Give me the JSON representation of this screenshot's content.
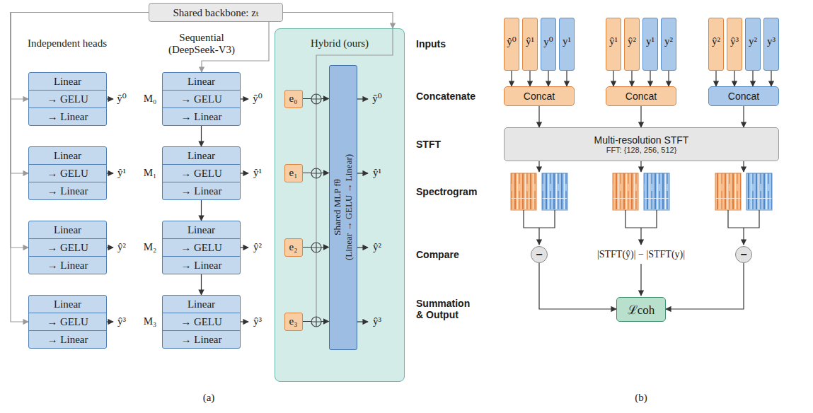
{
  "diagram": {
    "nodes": [
      {
        "text": [
          "Shared backbone: zₜ"
        ]
      },
      {
        "text": [
          "Linear",
          "→ GELU",
          "→ Linear"
        ]
      },
      {
        "text": [
          "Linear",
          "→ GELU",
          "→ Linear"
        ]
      },
      {
        "text": [
          "Linear",
          "→ GELU",
          "→ Linear"
        ]
      },
      {
        "text": [
          "Linear",
          "→ GELU",
          "→ Linear"
        ]
      },
      {
        "text": [
          "Linear",
          "→ GELU",
          "→ Linear"
        ]
      },
      {
        "text": [
          "Linear",
          "→ GELU",
          "→ Linear"
        ]
      },
      {
        "text": [
          "Linear",
          "→ GELU",
          "→ Linear"
        ]
      },
      {
        "text": [
          "Linear",
          "→ GELU",
          "→ Linear"
        ]
      },
      {
        "text": [
          "Hybrid (ours)"
        ]
      },
      {
        "text": [
          "e₀"
        ],
        "in": 9
      },
      {
        "text": [
          "e₁"
        ],
        "in": 9
      },
      {
        "text": [
          "e₂"
        ],
        "in": 9
      },
      {
        "text": [
          "e₃"
        ],
        "in": 9
      },
      {
        "text": [
          "Shared MLP fθ",
          "(Linear → GELU → Linear)"
        ],
        "in": 9
      },
      {
        "text": [
          "ŷ⁰"
        ]
      },
      {
        "text": [
          "ŷ¹"
        ]
      },
      {
        "text": [
          "y⁰"
        ]
      },
      {
        "text": [
          "y¹"
        ]
      },
      {
        "text": [
          "ŷ¹"
        ]
      },
      {
        "text": [
          "ŷ²"
        ]
      },
      {
        "text": [
          "y¹"
        ]
      },
      {
        "text": [
          "y²"
        ]
      },
      {
        "text": [
          "ŷ²"
        ]
      },
      {
        "text": [
          "ŷ³"
        ]
      },
      {
        "text": [
          "y²"
        ]
      },
      {
        "text": [
          "y³"
        ]
      },
      {
        "text": [
          "Concat"
        ]
      },
      {
        "text": [
          "Concat"
        ]
      },
      {
        "text": [
          "Concat"
        ]
      },
      {
        "text": [
          "Multi-resolution STFT",
          "FFT: {128, 256, 512}"
        ]
      },
      {
        "text": [
          "−"
        ]
      },
      {
        "text": [
          "−"
        ]
      },
      {
        "text": [
          "ℒcoh"
        ]
      }
    ],
    "edges": [
      {
        "from": 0,
        "to": 1,
        "arrow": "to"
      },
      {
        "from": 0,
        "to": 2,
        "arrow": "to"
      },
      {
        "from": 0,
        "to": 3,
        "arrow": "to"
      },
      {
        "from": 0,
        "to": 4,
        "arrow": "to"
      },
      {
        "from": 0,
        "to": 5,
        "arrow": "to"
      },
      {
        "from": 5,
        "to": 6,
        "arrow": "to"
      },
      {
        "from": 6,
        "to": 7,
        "arrow": "to"
      },
      {
        "from": 7,
        "to": 8,
        "arrow": "to"
      },
      {
        "from": 0,
        "to": 9,
        "arrow": "to"
      },
      {
        "from": 10,
        "to": 14,
        "arrow": "to"
      },
      {
        "from": 11,
        "to": 14,
        "arrow": "to"
      },
      {
        "from": 12,
        "to": 14,
        "arrow": "to"
      },
      {
        "from": 13,
        "to": 14,
        "arrow": "to"
      },
      {
        "from": 15,
        "to": 27,
        "arrow": "to"
      },
      {
        "from": 16,
        "to": 27,
        "arrow": "to"
      },
      {
        "from": 17,
        "to": 27,
        "arrow": "to"
      },
      {
        "from": 18,
        "to": 27,
        "arrow": "to"
      },
      {
        "from": 19,
        "to": 28,
        "arrow": "to"
      },
      {
        "from": 20,
        "to": 28,
        "arrow": "to"
      },
      {
        "from": 21,
        "to": 28,
        "arrow": "to"
      },
      {
        "from": 22,
        "to": 28,
        "arrow": "to"
      },
      {
        "from": 23,
        "to": 29,
        "arrow": "to"
      },
      {
        "from": 24,
        "to": 29,
        "arrow": "to"
      },
      {
        "from": 25,
        "to": 29,
        "arrow": "to"
      },
      {
        "from": 26,
        "to": 29,
        "arrow": "to"
      },
      {
        "from": 27,
        "to": 30,
        "arrow": "to"
      },
      {
        "from": 28,
        "to": 30,
        "arrow": "to"
      },
      {
        "from": 29,
        "to": 30,
        "arrow": "to"
      },
      {
        "from": 31,
        "to": 33,
        "arrow": "to"
      },
      {
        "from": 32,
        "to": 33,
        "arrow": "to"
      }
    ],
    "labels": [
      "Independent heads",
      "Sequential (DeepSeek-V3)",
      "M₀",
      "M₁",
      "M₂",
      "M₃",
      "ŷ⁰",
      "ŷ¹",
      "ŷ²",
      "ŷ³",
      "ŷ⁰",
      "ŷ¹",
      "ŷ²",
      "ŷ³",
      "ŷ⁰",
      "ŷ¹",
      "ŷ²",
      "ŷ³",
      "(a)",
      "Inputs",
      "Concatenate",
      "STFT",
      "Spectrogram",
      "Compare",
      "Summation & Output",
      "|STFT(ŷ)| − |STFT(y)|",
      "(b)"
    ]
  }
}
